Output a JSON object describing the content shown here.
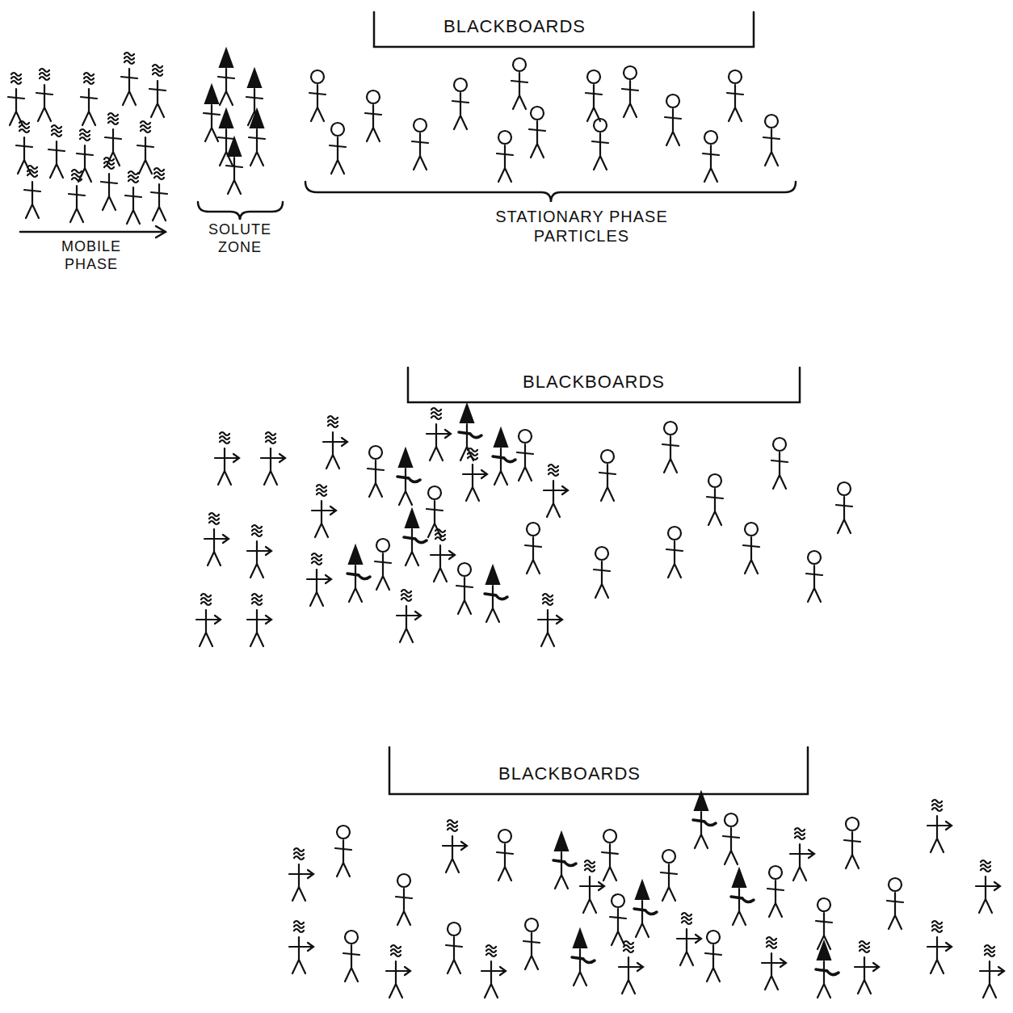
{
  "diagram": {
    "labels": [
      "BLACKBOARDS",
      "MOBILE PHASE",
      "SOLUTE ZONE",
      "STATIONARY PHASE PARTICLES",
      "BLACKBOARDS",
      "BLACKBOARDS"
    ]
  }
}
